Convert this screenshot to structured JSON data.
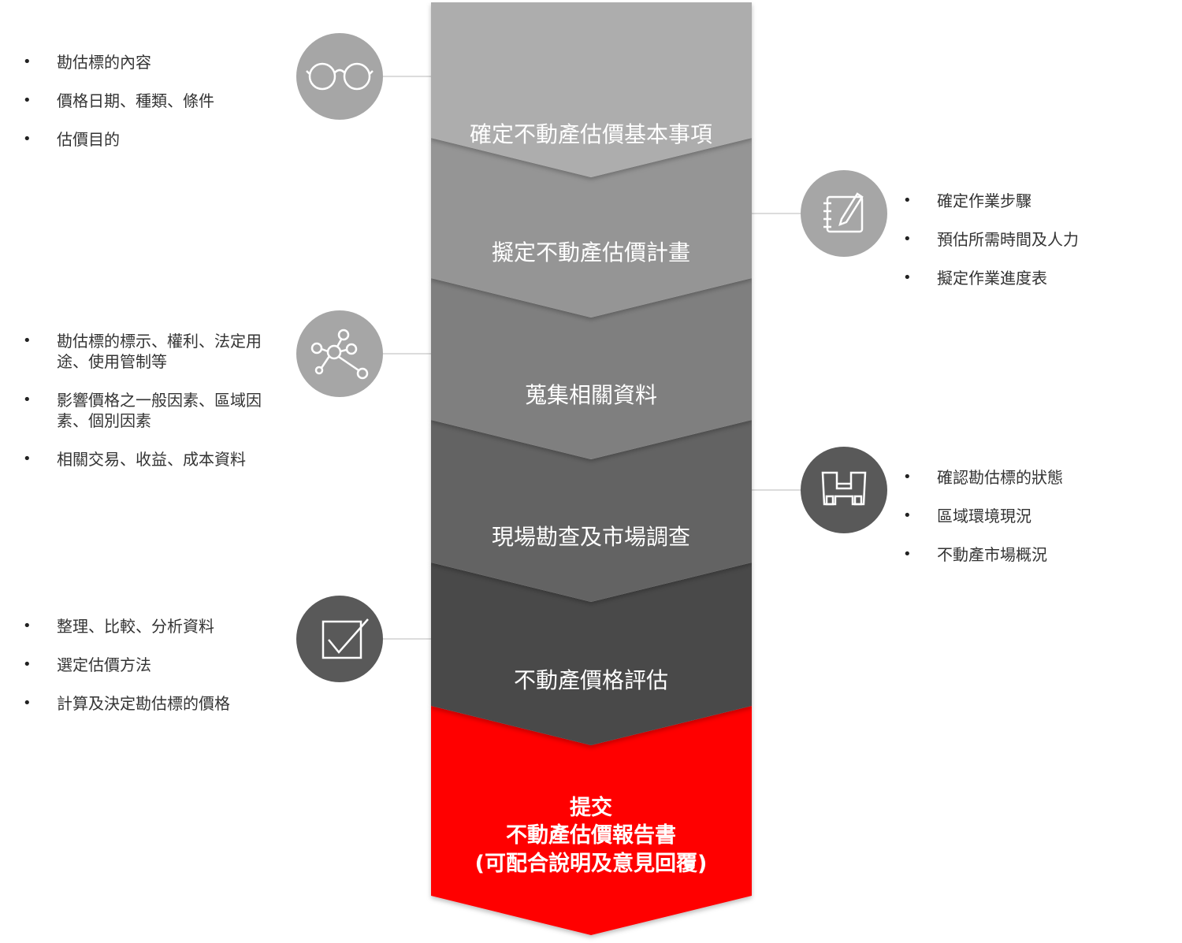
{
  "steps": [
    {
      "label": "確定不動產估價基本事項",
      "color": "#adadad"
    },
    {
      "label": "擬定不動產估價計畫",
      "color": "#959595"
    },
    {
      "label": "蒐集相關資料",
      "color": "#7f7f7f"
    },
    {
      "label": "現場勘查及市場調查",
      "color": "#636363"
    },
    {
      "label": "不動產價格評估",
      "color": "#484848"
    },
    {
      "lines": [
        "提交",
        "不動產估價報告書",
        "(可配合說明及意見回覆)"
      ],
      "color": "#ff0000"
    }
  ],
  "details": {
    "basic": {
      "icon": "glasses-icon",
      "items": [
        "勘估標的內容",
        "價格日期、種類、條件",
        "估價目的"
      ]
    },
    "plan": {
      "icon": "notepad-pencil-icon",
      "items": [
        "確定作業步驟",
        "預估所需時間及人力",
        "擬定作業進度表"
      ]
    },
    "collect": {
      "icon": "network-icon",
      "items": [
        "勘估標的標示、權利、法定用途、使用管制等",
        "影響價格之一般因素、區域因素、個別因素",
        "相關交易、收益、成本資料"
      ]
    },
    "survey": {
      "icon": "binoculars-icon",
      "items": [
        "確認勘估標的狀態",
        "區域環境現況",
        "不動產市場概況"
      ]
    },
    "evaluate": {
      "icon": "checkbox-icon",
      "items": [
        "整理、比較、分析資料",
        "選定估價方法",
        "計算及決定勘估標的價格"
      ]
    }
  },
  "colors": {
    "icon_circle_light": "#a6a6a6",
    "icon_circle_dark": "#595959",
    "connector": "#d0d0d0",
    "final_step": "#ff0000"
  }
}
